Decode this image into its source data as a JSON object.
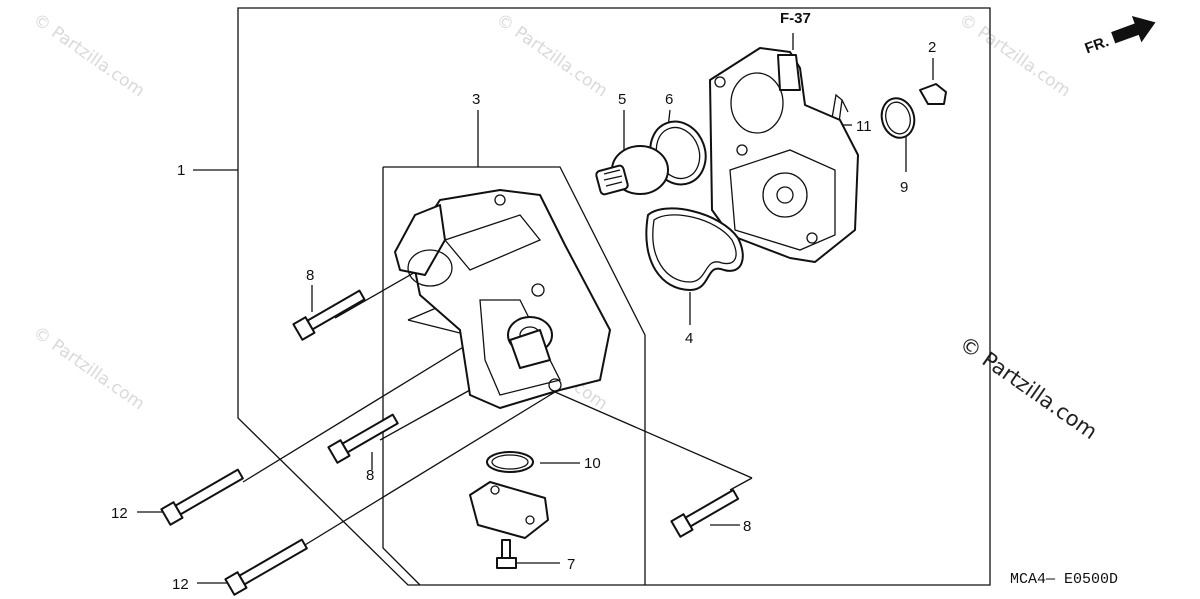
{
  "diagram": {
    "reference": "F-37",
    "direction": "FR.",
    "code": "MCA4— E0500D",
    "watermark": "© Partzilla.com",
    "callouts": [
      {
        "id": "c1",
        "label": "1"
      },
      {
        "id": "c2",
        "label": "2"
      },
      {
        "id": "c3",
        "label": "3"
      },
      {
        "id": "c4",
        "label": "4"
      },
      {
        "id": "c5",
        "label": "5"
      },
      {
        "id": "c6",
        "label": "6"
      },
      {
        "id": "c7",
        "label": "7"
      },
      {
        "id": "c8a",
        "label": "8"
      },
      {
        "id": "c8b",
        "label": "8"
      },
      {
        "id": "c8c",
        "label": "8"
      },
      {
        "id": "c9",
        "label": "9"
      },
      {
        "id": "c10",
        "label": "10"
      },
      {
        "id": "c11",
        "label": "11"
      },
      {
        "id": "c12a",
        "label": "12"
      },
      {
        "id": "c12b",
        "label": "12"
      }
    ]
  }
}
